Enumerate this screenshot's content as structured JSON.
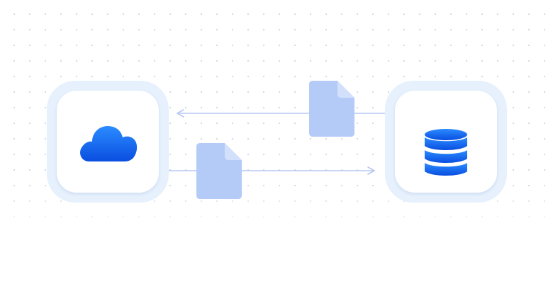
{
  "diagram": {
    "nodes": [
      {
        "id": "cloud",
        "icon": "cloud-icon"
      },
      {
        "id": "database",
        "icon": "database-icon"
      }
    ],
    "edges": [
      {
        "from": "database",
        "to": "cloud",
        "carries": "document-icon"
      },
      {
        "from": "cloud",
        "to": "database",
        "carries": "document-icon"
      }
    ]
  },
  "colors": {
    "background": "#ffffff",
    "dot_grid": "#d3d9e6",
    "node_halo": "#e6f1fd",
    "node_card": "#ffffff",
    "icon_blue_light": "#2b8cff",
    "icon_blue_dark": "#0a4ee0",
    "arrow_line": "#b8c8f4",
    "document_fill": "#b4cbf8",
    "document_fold": "#d3e0fb"
  }
}
